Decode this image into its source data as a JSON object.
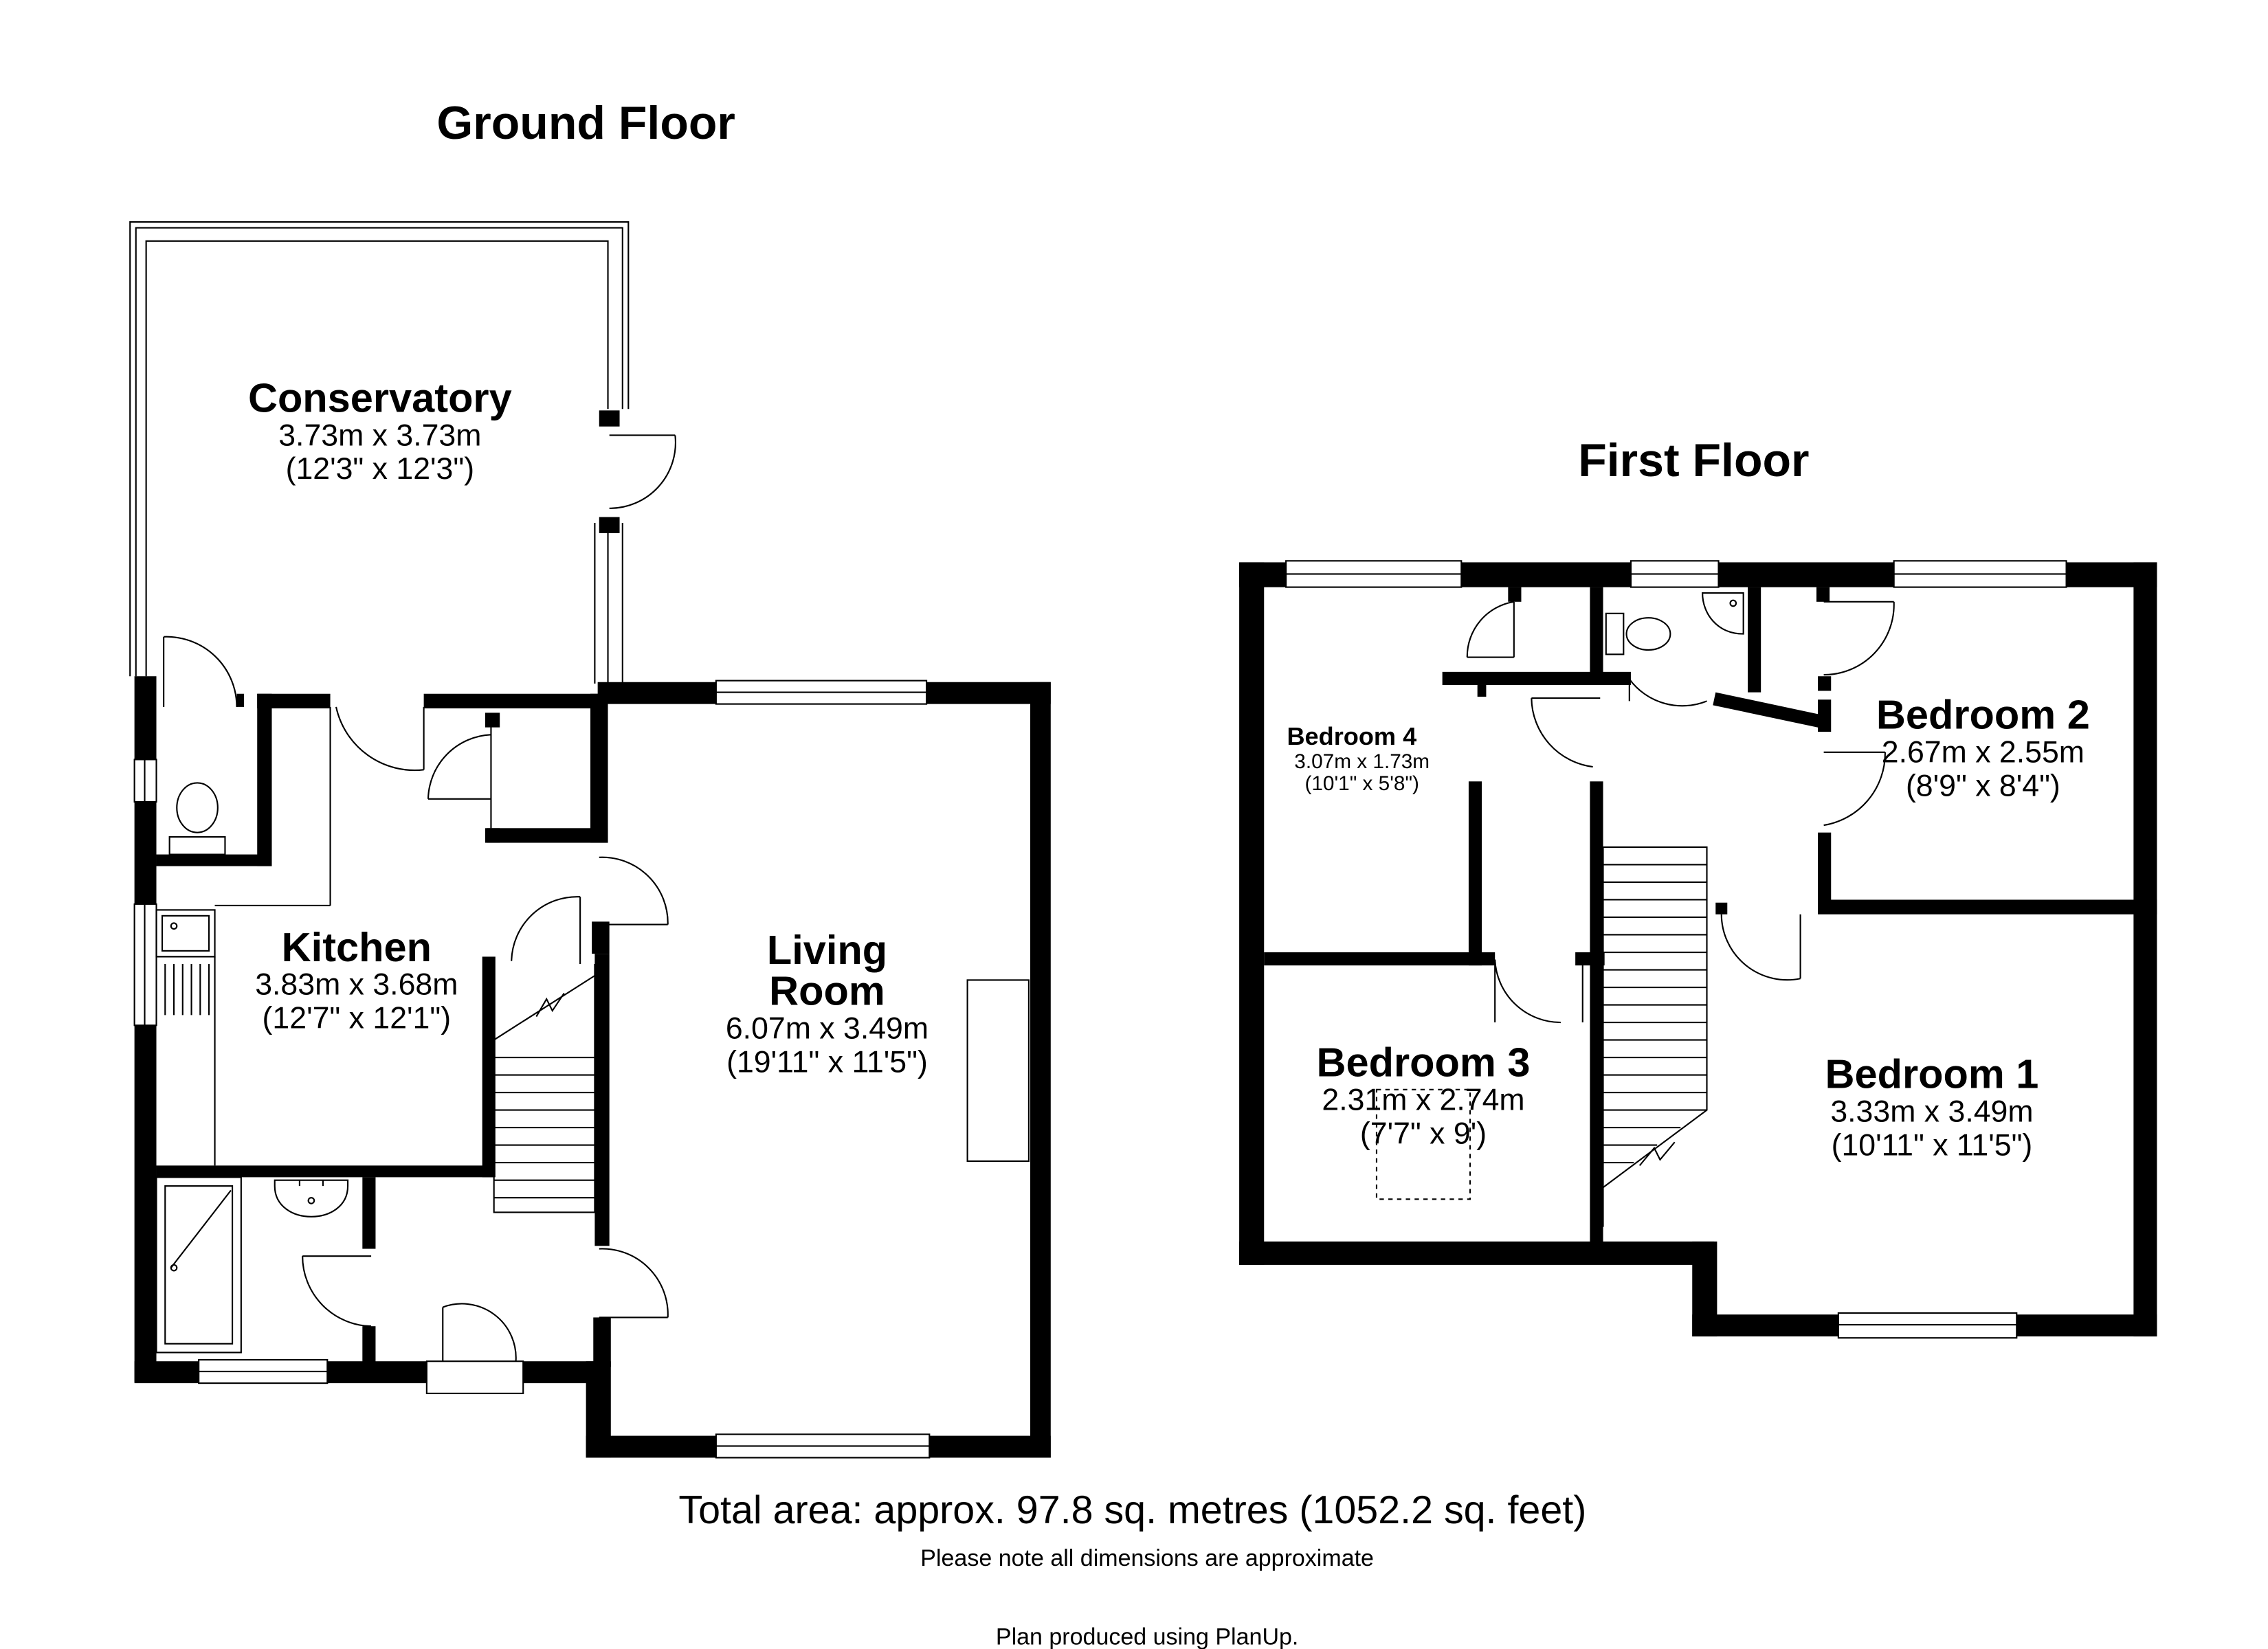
{
  "floors": {
    "ground": {
      "title": "Ground Floor",
      "rooms": {
        "conservatory": {
          "name": "Conservatory",
          "metric": "3.73m x 3.73m",
          "imperial": "(12'3\" x 12'3\")"
        },
        "kitchen": {
          "name": "Kitchen",
          "metric": "3.83m x 3.68m",
          "imperial": "(12'7\" x 12'1\")"
        },
        "living_room": {
          "name_line1": "Living",
          "name_line2": "Room",
          "metric": "6.07m x 3.49m",
          "imperial": "(19'11\" x 11'5\")"
        }
      }
    },
    "first": {
      "title": "First Floor",
      "rooms": {
        "bedroom4": {
          "name": "Bedroom 4",
          "metric": "3.07m x 1.73m",
          "imperial": "(10'1\" x 5'8\")"
        },
        "bedroom2": {
          "name": "Bedroom 2",
          "metric": "2.67m x 2.55m",
          "imperial": "(8'9\" x 8'4\")"
        },
        "bedroom3": {
          "name": "Bedroom 3",
          "metric": "2.31m x 2.74m",
          "imperial": "(7'7\" x 9')"
        },
        "bedroom1": {
          "name": "Bedroom 1",
          "metric": "3.33m x 3.49m",
          "imperial": "(10'11\" x 11'5\")"
        }
      }
    }
  },
  "footer": {
    "total_area": "Total area: approx. 97.8 sq. metres (1052.2 sq. feet)",
    "note": "Please note all dimensions are approximate",
    "credit": "Plan produced using PlanUp."
  },
  "colors": {
    "wall": "#000000",
    "line": "#000000",
    "background": "#ffffff",
    "fixture": "#999999"
  }
}
